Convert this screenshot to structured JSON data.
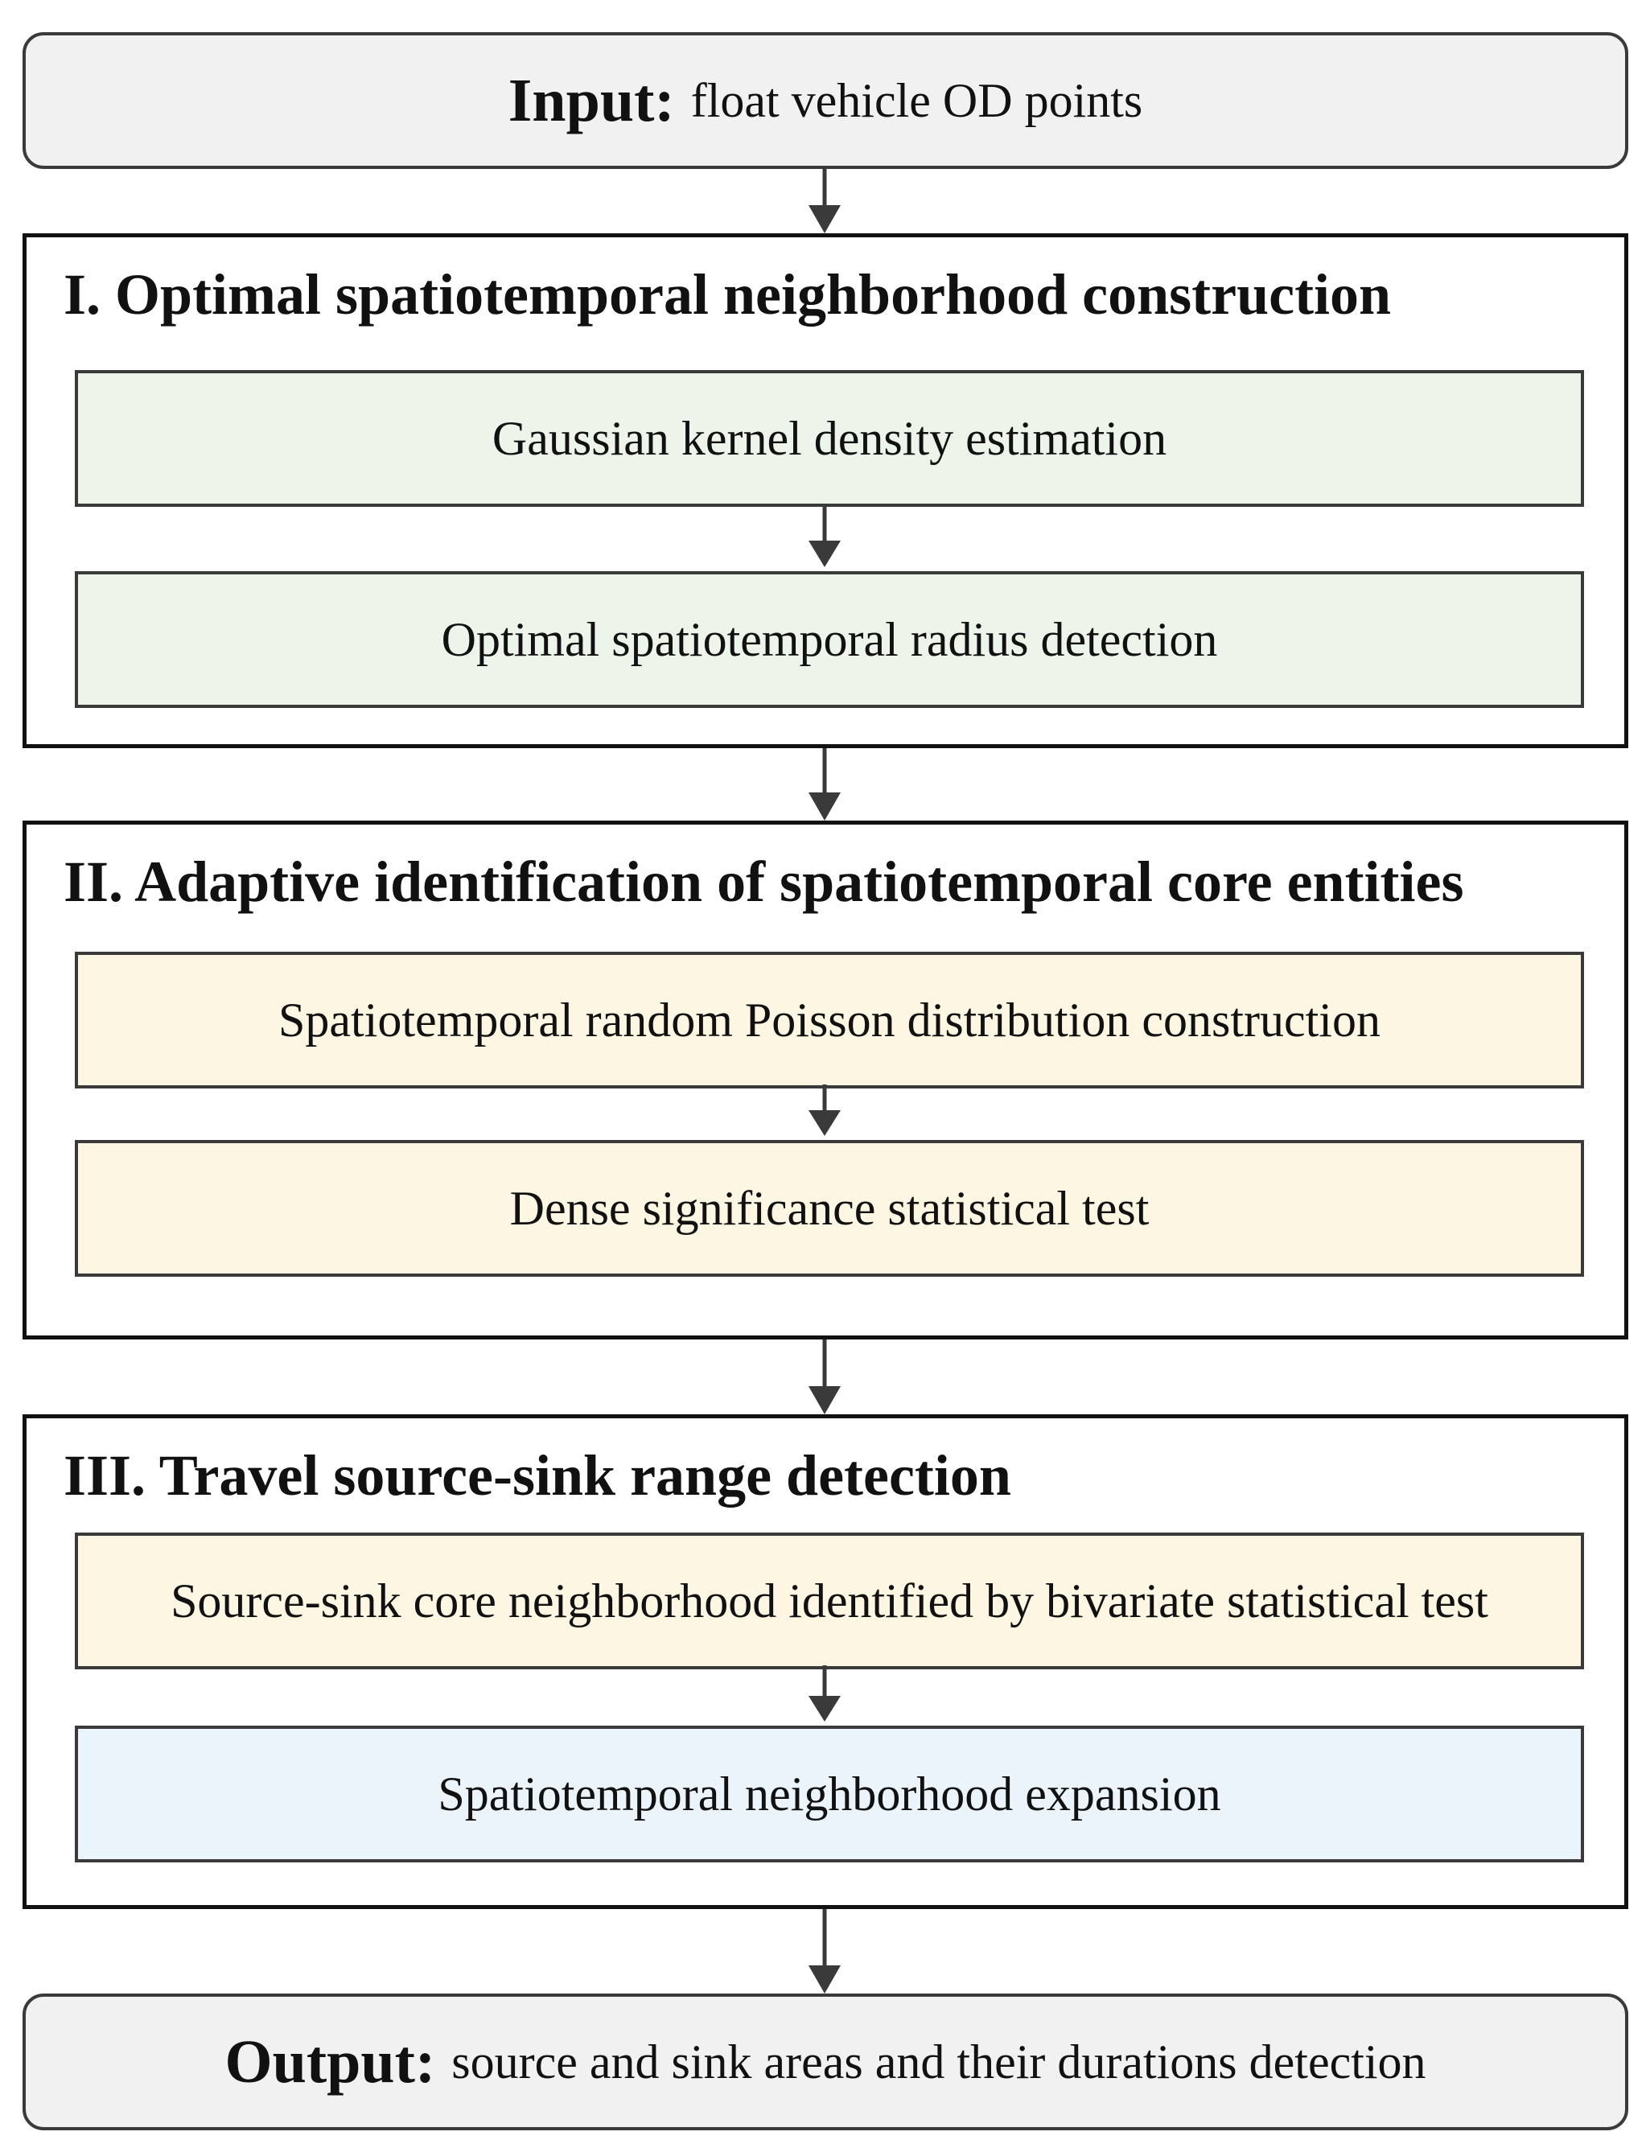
{
  "input": {
    "label": "Input:",
    "text": "float vehicle OD points"
  },
  "stages": [
    {
      "title": "I. Optimal spatiotemporal neighborhood construction",
      "steps": [
        "Gaussian kernel density estimation",
        "Optimal spatiotemporal radius detection"
      ],
      "colors": [
        "#edf5ea",
        "#edf5ea"
      ]
    },
    {
      "title": "II. Adaptive identification of spatiotemporal core entities",
      "steps": [
        "Spatiotemporal random Poisson distribution construction",
        "Dense significance statistical test"
      ],
      "colors": [
        "#fdf6e3",
        "#fdf6e3"
      ]
    },
    {
      "title": "III. Travel source-sink range detection",
      "steps": [
        "Source-sink core neighborhood identified by bivariate statistical test",
        "Spatiotemporal neighborhood expansion"
      ],
      "colors": [
        "#fdf6e3",
        "#ebf3fb"
      ]
    }
  ],
  "output": {
    "label": "Output:",
    "text": "source and sink areas and their durations detection"
  }
}
